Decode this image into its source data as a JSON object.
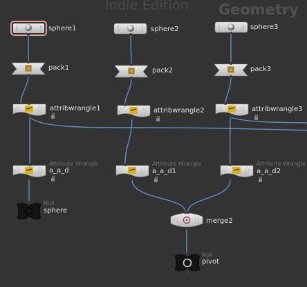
{
  "header": {
    "edition": "Indie Edition",
    "context": "Geometry"
  },
  "nodes": {
    "sphere1": {
      "name": "sphere1",
      "type": "sphere",
      "selected": true
    },
    "sphere2": {
      "name": "sphere2",
      "type": "sphere"
    },
    "sphere3": {
      "name": "sphere3",
      "type": "sphere"
    },
    "pack1": {
      "name": "pack1",
      "type": "pack"
    },
    "pack2": {
      "name": "pack2",
      "type": "pack"
    },
    "pack3": {
      "name": "pack3",
      "type": "pack"
    },
    "attribwrangle1": {
      "name": "attribwrangle1",
      "type": "attribwrangle"
    },
    "attribwrangle2": {
      "name": "attribwrangle2",
      "type": "attribwrangle"
    },
    "attribwrangle3": {
      "name": "attribwrangle3",
      "type": "attribwrangle"
    },
    "a_a_d": {
      "name": "a_a_d",
      "type_label": "Attribute Wrangle"
    },
    "a_a_d1": {
      "name": "a_a_d1",
      "type_label": "Attribute Wrangle"
    },
    "a_a_d2": {
      "name": "a_a_d2",
      "type_label": "Attribute Wrangle"
    },
    "sphere_null": {
      "name": "sphere",
      "type_label": "Null",
      "display_flag": true
    },
    "merge2": {
      "name": "merge2",
      "type": "merge"
    },
    "pivot": {
      "name": "pivot",
      "type_label": "Null"
    }
  },
  "colors": {
    "background": "#333333",
    "wire": "#5f8fc2",
    "node_body": "#d6d6d6",
    "selected_outline": "#e4a0a0",
    "null_node": "#141414",
    "wrangle_icon": "#d9b21b"
  }
}
